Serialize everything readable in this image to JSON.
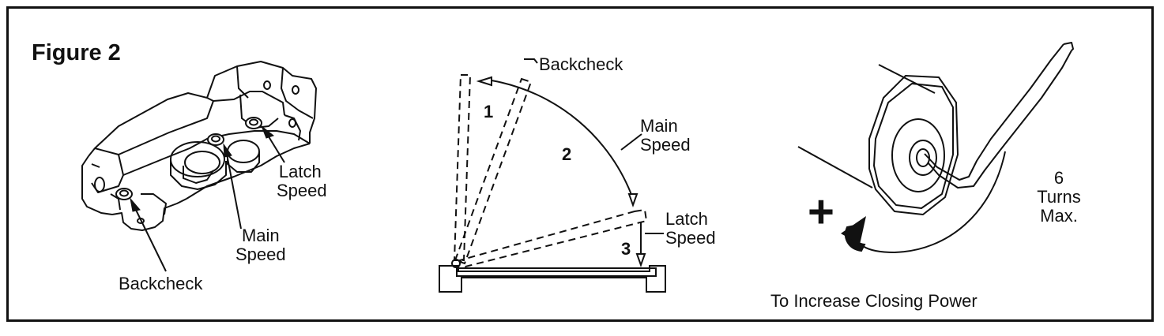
{
  "figure_title": "Figure 2",
  "closer_body": {
    "latch_speed_label": [
      "Latch",
      "Speed"
    ],
    "main_speed_label": [
      "Main",
      "Speed"
    ],
    "backcheck_label": "Backcheck"
  },
  "door_arc": {
    "backcheck_label": "Backcheck",
    "main_speed_label": [
      "Main",
      "Speed"
    ],
    "latch_speed_label": [
      "Latch",
      "Speed"
    ],
    "zones": [
      "1",
      "2",
      "3"
    ]
  },
  "adjustment": {
    "turns_label": [
      "6",
      "Turns",
      "Max."
    ],
    "caption": "To Increase Closing Power",
    "direction_symbol": "+"
  },
  "icons": {
    "closer_body": "door-closer-body-drawing",
    "door_swing": "door-swing-diagram",
    "hex_key": "hex-key-adjustment-drawing"
  }
}
